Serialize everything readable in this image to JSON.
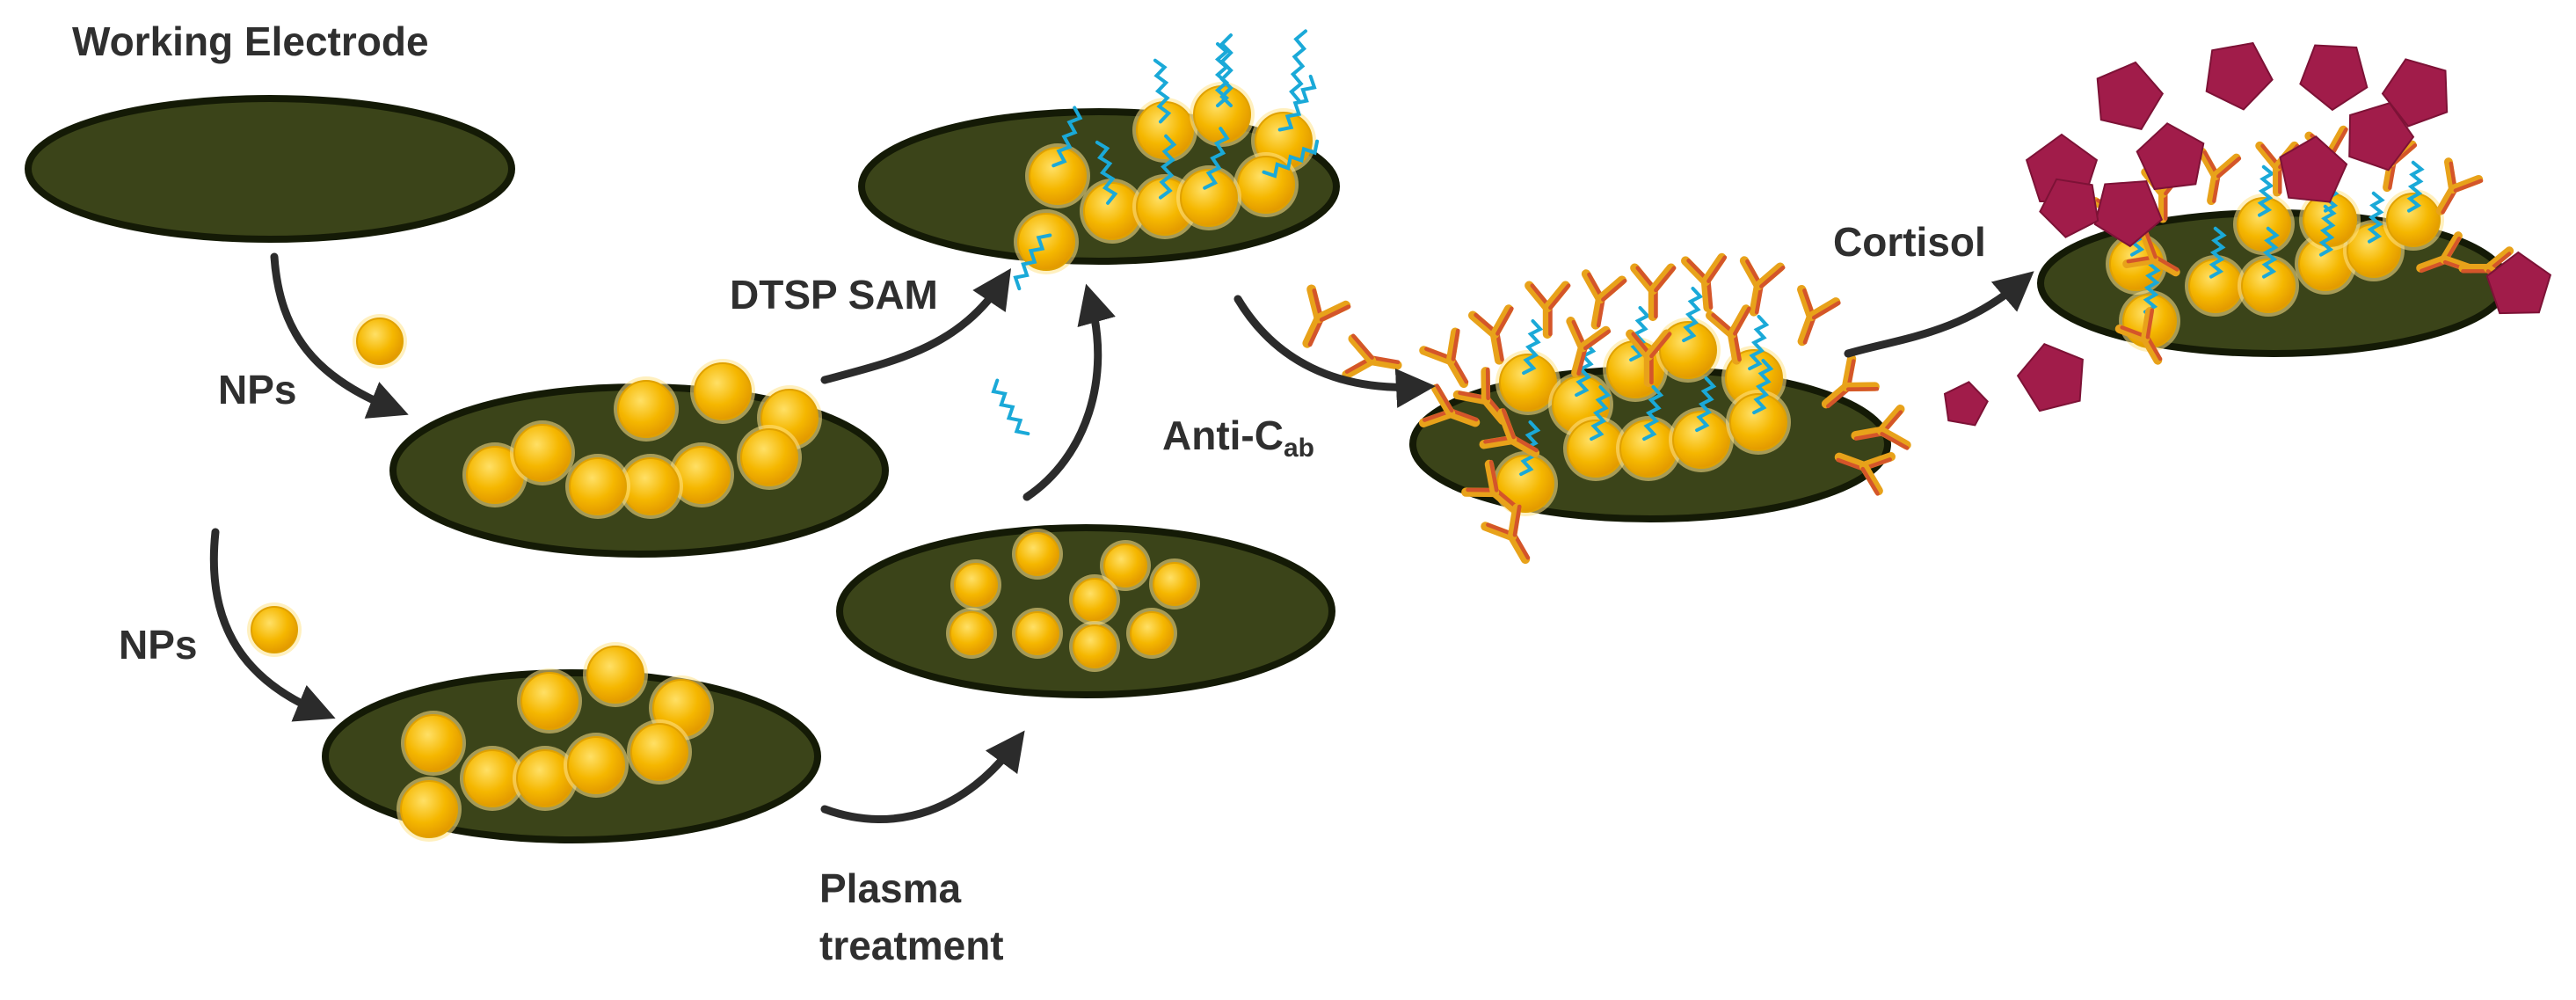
{
  "labels": {
    "working_electrode": "Working Electrode",
    "nps_top": "NPs",
    "nps_bottom": "NPs",
    "dtsp_sam": "DTSP SAM",
    "plasma_line1": "Plasma",
    "plasma_line2": "treatment",
    "anti_c_main": "Anti-C",
    "anti_c_sub": "ab",
    "cortisol": "Cortisol"
  },
  "colors": {
    "electrode_fill": "#3b4419",
    "electrode_stroke": "#141a06",
    "nanoparticle": "#f4b800",
    "nanoparticle_highlight": "#ffd84a",
    "linker": "#1aa9d8",
    "antibody_outer": "#e8a21a",
    "antibody_inner": "#d4552a",
    "cortisol": "#a11c4a",
    "arrow": "#2b2b2b"
  },
  "icons": [
    "working-electrode",
    "gold-nanoparticle",
    "dtsp-linker",
    "antibody",
    "cortisol-molecule",
    "process-arrow"
  ]
}
